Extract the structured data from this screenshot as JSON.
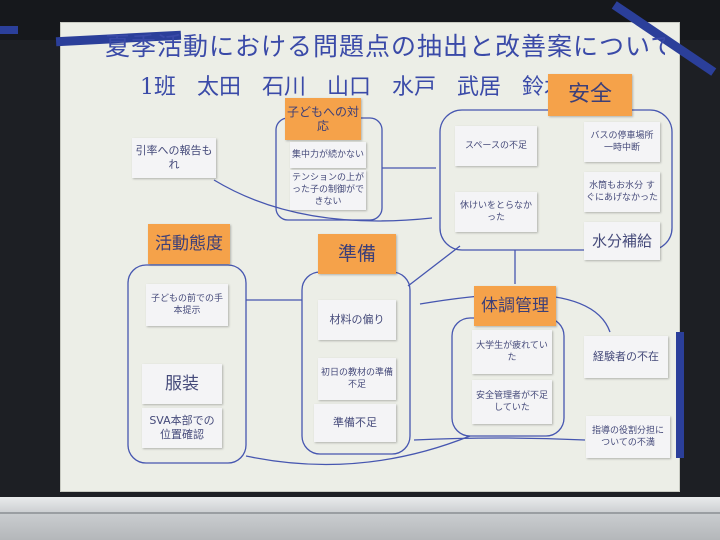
{
  "poster": {
    "title": "夏季活動における問題点の抽出と改善案について",
    "members": "1班 太田 石川 山口 水戸 武居 鈴木"
  },
  "headers": {
    "safety": "安全",
    "children": "子どもへの対応",
    "attitude": "活動態度",
    "preparation": "準備",
    "health": "体調管理"
  },
  "notes": {
    "report": "引率への報告もれ",
    "concentration": "集中力が続かない",
    "tension": "テンションの上がった子の制御ができない",
    "space": "スペースの不足",
    "bus": "バスの停車場所 一時中断",
    "water_kids": "水筒もお水分 すぐにあげなかった",
    "rest": "休けいをとらなかった",
    "hydration": "水分補給",
    "example": "子どもの前での手本提示",
    "clothing": "服装",
    "sva": "SVA本部での位置確認",
    "materials": "材料の偏り",
    "first_day": "初日の教材の準備不足",
    "prep_short": "準備不足",
    "fatigue": "大学生が疲れていた",
    "safety_mgr": "安全管理者が不足していた",
    "experience": "経験者の不在",
    "guidance": "指導の役割分担についての不満"
  }
}
